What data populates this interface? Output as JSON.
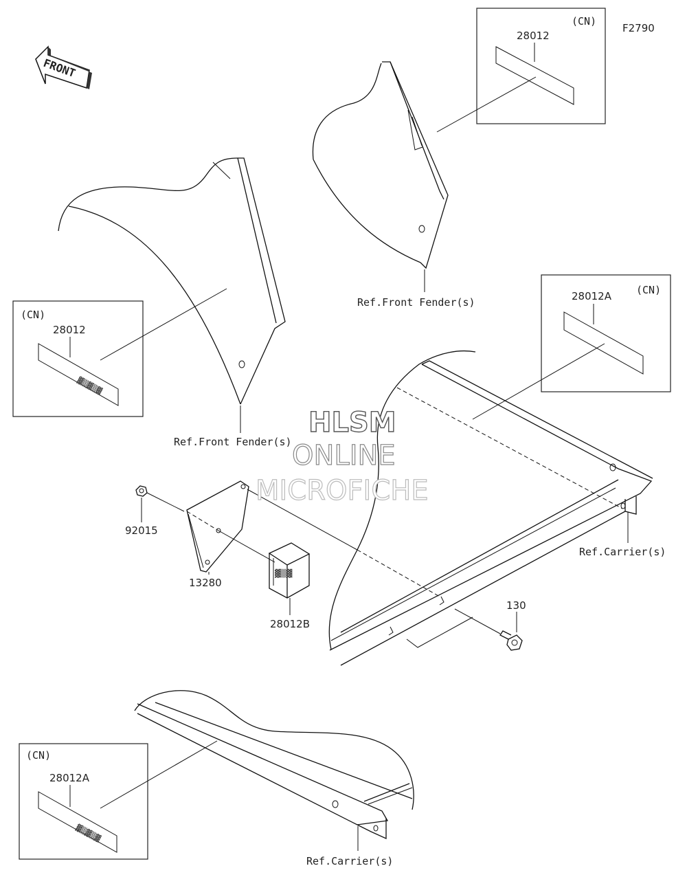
{
  "figure_code": "F2790",
  "front_label": "FRONT",
  "watermark": {
    "line1": "HLSM",
    "line2": "ONLINE",
    "line3": "MICROFICHE"
  },
  "callouts": {
    "box_top_right": {
      "region": "(CN)",
      "part": "28012"
    },
    "box_left": {
      "region": "(CN)",
      "part": "28012"
    },
    "box_mid_right": {
      "region": "(CN)",
      "part": "28012A"
    },
    "box_bottom_left": {
      "region": "(CN)",
      "part": "28012A"
    }
  },
  "parts": {
    "p92015": "92015",
    "p13280": "13280",
    "p28012B": "28012B",
    "p130": "130"
  },
  "refs": {
    "front_fender_top": "Ref.Front Fender(s)",
    "front_fender_left": "Ref.Front Fender(s)",
    "carrier_right": "Ref.Carrier(s)",
    "carrier_bottom": "Ref.Carrier(s)"
  }
}
